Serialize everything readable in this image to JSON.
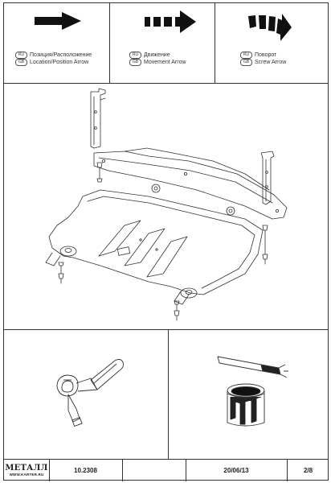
{
  "header": {
    "cells": [
      {
        "lang_ru_badge": "RU",
        "lang_gb_badge": "GB",
        "ru_label": "Позиция/Расположение",
        "en_label": "Location/Position Arrow"
      },
      {
        "lang_ru_badge": "RU",
        "lang_gb_badge": "GB",
        "ru_label": "Движение",
        "en_label": "Movement Arrow"
      },
      {
        "lang_ru_badge": "RU",
        "lang_gb_badge": "GB",
        "ru_label": "Поворот",
        "en_label": "Screw Arrow"
      }
    ]
  },
  "footer": {
    "logo_text": "МЕТАЛЛ",
    "logo_sub": "WWW.KARTER.RU",
    "code": "10.2308",
    "date": "20/06/13",
    "page": "2/8"
  },
  "icons": {
    "location_arrow": "solid-arrow-icon",
    "movement_arrow": "dashed-arrow-icon",
    "screw_arrow": "curved-segmented-arrow-icon",
    "ratchet": "ratchet-wrench-icon",
    "paint": "paint-can-brush-icon"
  }
}
